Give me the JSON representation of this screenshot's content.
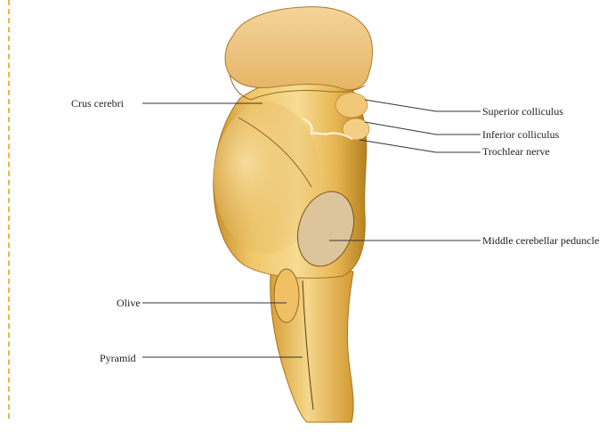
{
  "labels": {
    "crus_cerebri": "Crus cerebri",
    "olive": "Olive",
    "pyramid": "Pyramid",
    "superior_colliculus": "Superior colliculus",
    "inferior_colliculus": "Inferior colliculus",
    "trochlear_nerve": "Trochlear nerve",
    "middle_cerebellar_peduncle": "Middle cerebellar peduncle"
  },
  "colors": {
    "specimen_base": "#e8b64a",
    "specimen_light": "#f6dc98",
    "specimen_shadow": "#a9731c",
    "peduncle_fill": "#dcc59a",
    "leader_line": "#333333",
    "frame_dash": "#f2b33a"
  }
}
